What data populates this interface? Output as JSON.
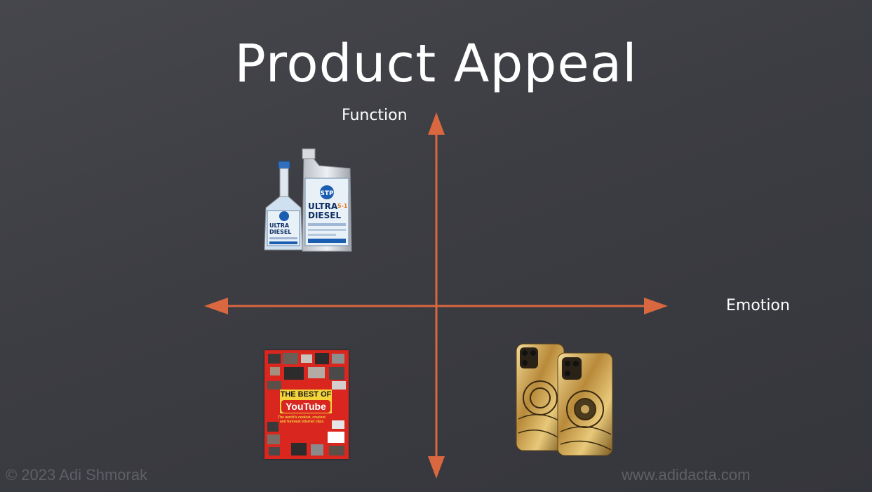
{
  "slide": {
    "title": "Product Appeal",
    "y_axis_label": "Function",
    "x_axis_label": "Emotion"
  },
  "colors": {
    "background": "#3f4046",
    "axis": "#d9673f",
    "text": "#ffffff",
    "footer": "#5f6066"
  },
  "products": {
    "diesel": {
      "brand": "STP",
      "lines": [
        "ULTRA",
        "DIESEL"
      ],
      "badge": "5-1"
    },
    "book": {
      "line1": "THE BEST OF",
      "line2": "YouTube",
      "tagline": "The world's coolest, craziest and funniest internet clips"
    },
    "phones": {
      "icon": "luxury-phone-icon"
    }
  },
  "footer": {
    "copyright": "© 2023 Adi Shmorak",
    "website": "www.adidacta.com"
  }
}
